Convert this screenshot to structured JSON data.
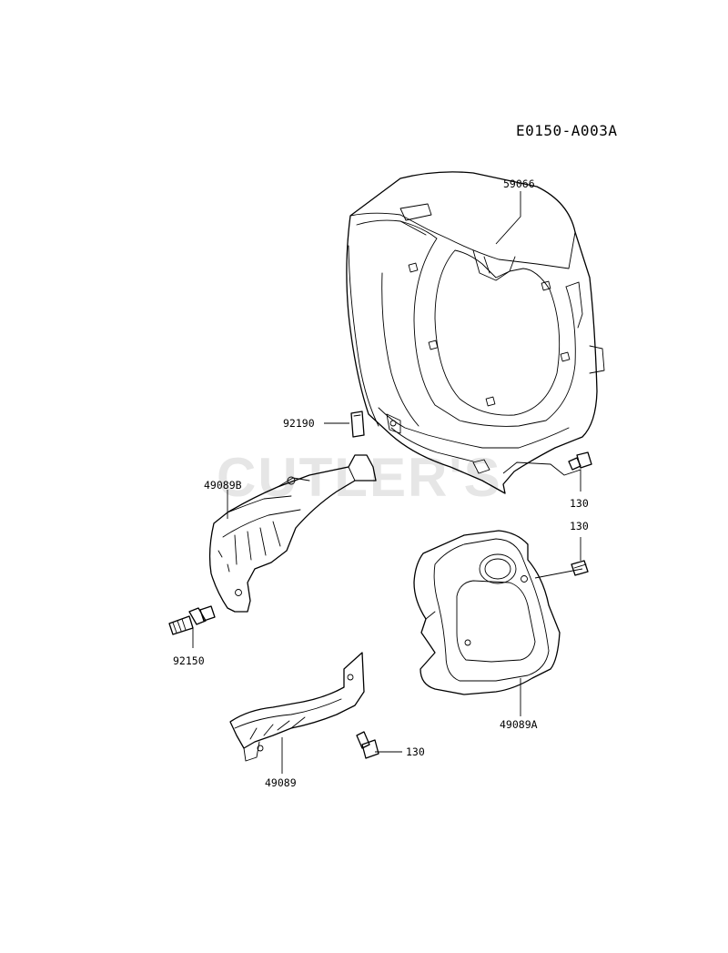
{
  "diagram_code": "E0150-A003A",
  "watermark": "CUTLER'S",
  "parts": {
    "shroud": "59066",
    "clip": "92190",
    "cover_b": "49089B",
    "stud": "92150",
    "bolt_upper": "130",
    "bolt_middle": "130",
    "bolt_lower": "130",
    "cover_a": "49089A",
    "cover": "49089"
  }
}
